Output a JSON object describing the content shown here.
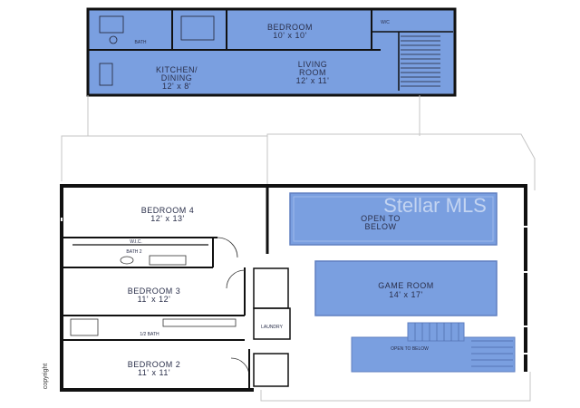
{
  "colors": {
    "room_fill": "#7a9fe0",
    "room_fill_dark": "#6e93d6",
    "wall": "#111111",
    "outline": "#bdbdbd",
    "text": "#2a2f4a"
  },
  "upper_plan": {
    "bedroom": {
      "label": "BEDROOM",
      "dims": "10' x 10'"
    },
    "bath": "BATH",
    "wic": "W/C",
    "kitchen": {
      "label_1": "KITCHEN/",
      "label_2": "DINING",
      "dims": "12' x 8'"
    },
    "living": {
      "label_1": "LIVING",
      "label_2": "ROOM",
      "dims": "12' x 11'"
    }
  },
  "second_floor": {
    "bedroom4": {
      "label": "BEDROOM 4",
      "dims": "12' x 13'"
    },
    "wic": "W.I.C.",
    "bath2": "BATH 2",
    "bedroom3": {
      "label": "BEDROOM 3",
      "dims": "11' x 12'"
    },
    "bath1": "1/2 BATH",
    "bedroom2": {
      "label": "BEDROOM 2",
      "dims": "11' x 11'"
    },
    "laundry": "LAUNDRY",
    "open": {
      "label_1": "OPEN TO",
      "label_2": "BELOW"
    },
    "game_room": {
      "label": "GAME ROOM",
      "dims": "14' x 17'"
    },
    "stair": "OPEN TO BELOW"
  },
  "watermark": "Stellar MLS",
  "copyright": "copyright"
}
